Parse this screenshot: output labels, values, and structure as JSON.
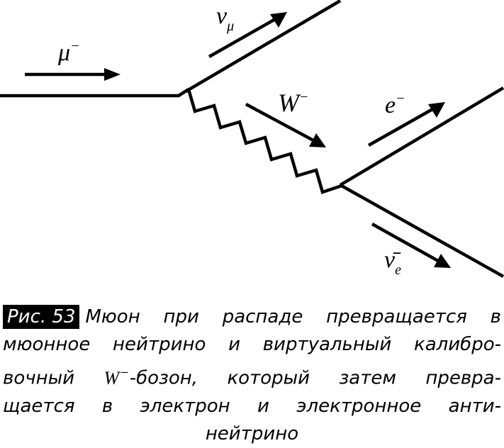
{
  "diagram": {
    "type": "feynman-diagram",
    "labels": {
      "muon": {
        "base": "μ",
        "sup": "−"
      },
      "muon_neutrino": {
        "base": "ν",
        "sub": "μ"
      },
      "w_boson": {
        "base": "W",
        "sup": "−"
      },
      "electron": {
        "base": "e",
        "sup": "−"
      },
      "electron_antineutrino": {
        "base": "ν̄",
        "sub": "e"
      }
    },
    "colors": {
      "line": "#000000",
      "background": "#ffffff"
    }
  },
  "caption": {
    "figure_label": "Рис. 53",
    "lines": [
      "Мюон при распаде превращается в",
      "мюонное нейтрино и виртуальный калибро-",
      "вочный",
      "-бозон, который затем превра-",
      "щается в электрон и электронное анти-",
      "нейтрино"
    ],
    "inline_symbol": {
      "base": "W",
      "sup": "−"
    }
  }
}
